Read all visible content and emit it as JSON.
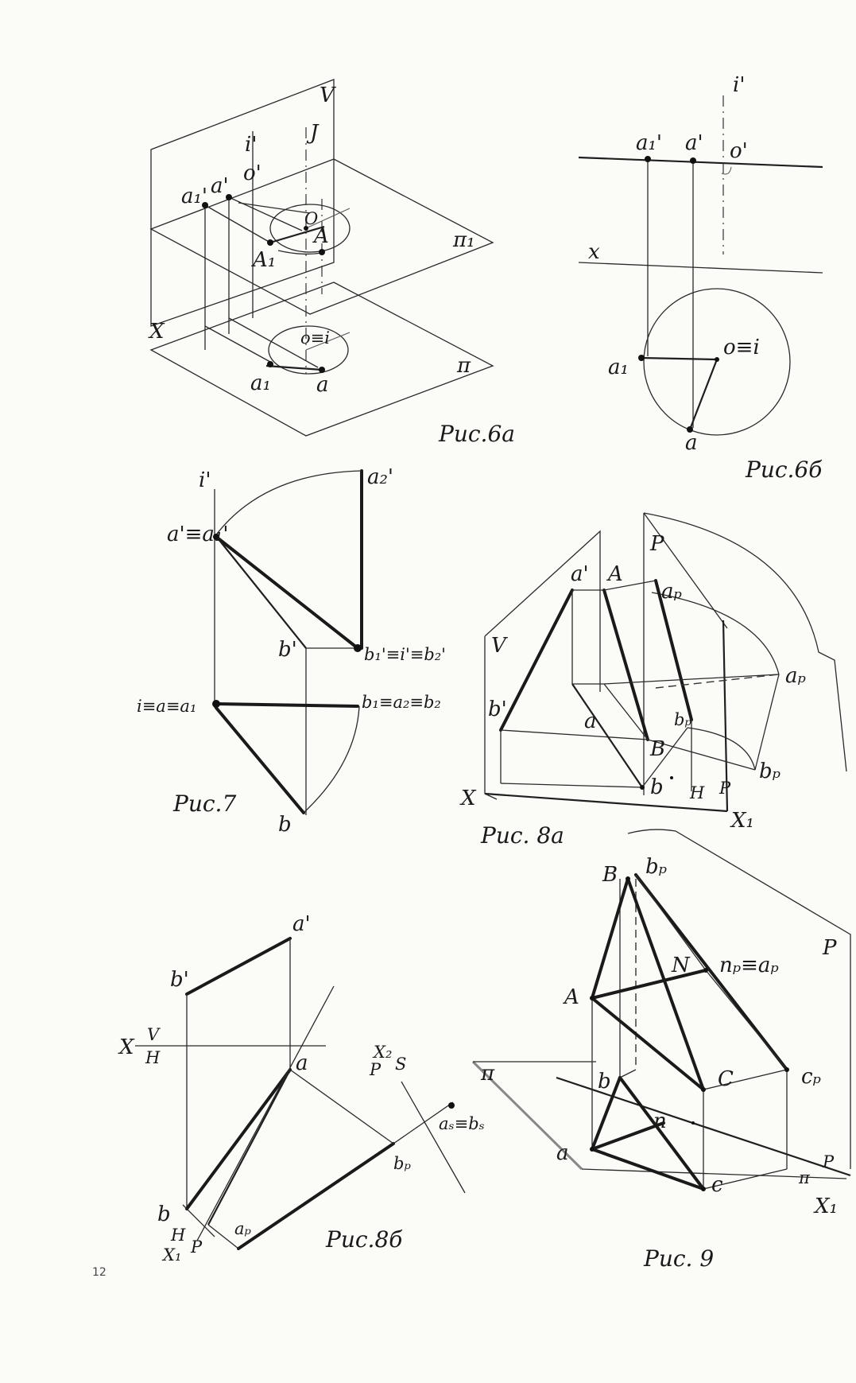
{
  "page_number": "12",
  "figures": {
    "fig6a": {
      "caption": "Рис.6а",
      "labels": {
        "V": "V",
        "J": "J",
        "i_prime": "i'",
        "a1_prime": "a₁'",
        "a_prime": "a'",
        "o_prime": "o'",
        "O": "O",
        "A": "A",
        "A1": "A₁",
        "pi1": "π₁",
        "X": "X",
        "o_i": "o≡i",
        "a1": "a₁",
        "a": "a",
        "pi": "π"
      }
    },
    "fig6b": {
      "caption": "Рис.6б",
      "labels": {
        "i_prime": "i'",
        "a1_prime": "a₁'",
        "a_prime": "a'",
        "o_prime": "o'",
        "x": "x",
        "o_i": "o≡i",
        "a1": "a₁",
        "a": "a"
      }
    },
    "fig7": {
      "caption": "Рис.7",
      "labels": {
        "i_prime": "i'",
        "a2_prime": "a₂'",
        "a_eq_a1_prime": "a'≡a₁'",
        "b_prime": "b'",
        "b_chain_prime": "b₁'≡i'≡b₂'",
        "i_chain": "i≡a≡a₁",
        "b_chain": "b₁≡a₂≡b₂",
        "b": "b"
      }
    },
    "fig8a": {
      "caption": "Рис. 8а",
      "labels": {
        "P": "P",
        "a_prime": "a'",
        "A": "A",
        "a_p_top": "aₚ",
        "V": "V",
        "a_p_right": "aₚ",
        "b_prime": "b'",
        "a": "a",
        "b_p": "bₚ",
        "B": "B",
        "b_p_right": "bₚ",
        "X": "X",
        "b": "b",
        "H": "H",
        "P_small": "P",
        "X1": "X₁"
      }
    },
    "fig8b": {
      "caption": "Рис.8б",
      "labels": {
        "a_prime": "a'",
        "b_prime": "b'",
        "X": "X",
        "V": "V",
        "H": "H",
        "a": "a",
        "X2": "X₂",
        "P": "P",
        "S": "S",
        "as_bs": "aₛ≡bₛ",
        "b_p": "bₚ",
        "b": "b",
        "H_small": "H",
        "P_small": "P",
        "a_p": "aₚ",
        "X1": "X₁"
      }
    },
    "fig9": {
      "caption": "Рис. 9",
      "labels": {
        "B": "B",
        "b_p": "bₚ",
        "P": "P",
        "N": "N",
        "n_p_a_p": "nₚ≡aₚ",
        "A": "A",
        "pi": "π",
        "b": "b",
        "C": "C",
        "c_p": "cₚ",
        "n": "n",
        "a": "a",
        "c": "c",
        "pi_small": "π",
        "P_small": "P",
        "X1": "X₁"
      }
    }
  }
}
